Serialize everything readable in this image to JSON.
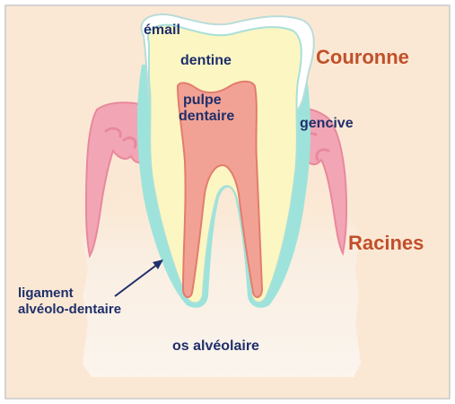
{
  "labels": {
    "email": "émail",
    "dentine": "dentine",
    "pulpe_line1": "pulpe",
    "pulpe_line2": "dentaire",
    "gencive": "gencive",
    "ligament_line1": "ligament",
    "ligament_line2": "alvéolo-dentaire",
    "os": "os alvéolaire"
  },
  "section_labels": {
    "couronne": "Couronne",
    "racines": "Racines"
  },
  "colors": {
    "background": "#fbe8d4",
    "frame": "#c8c8c8",
    "bone": "#f9efe4",
    "gum": "#f2a6b5",
    "gum_dark": "#e9889c",
    "enamel": "#ffffff",
    "dentine": "#fbf6c2",
    "pulp": "#f2a294",
    "ligament": "#9de3db",
    "label_text": "#1f2f6b",
    "section_text": "#c0502a"
  }
}
